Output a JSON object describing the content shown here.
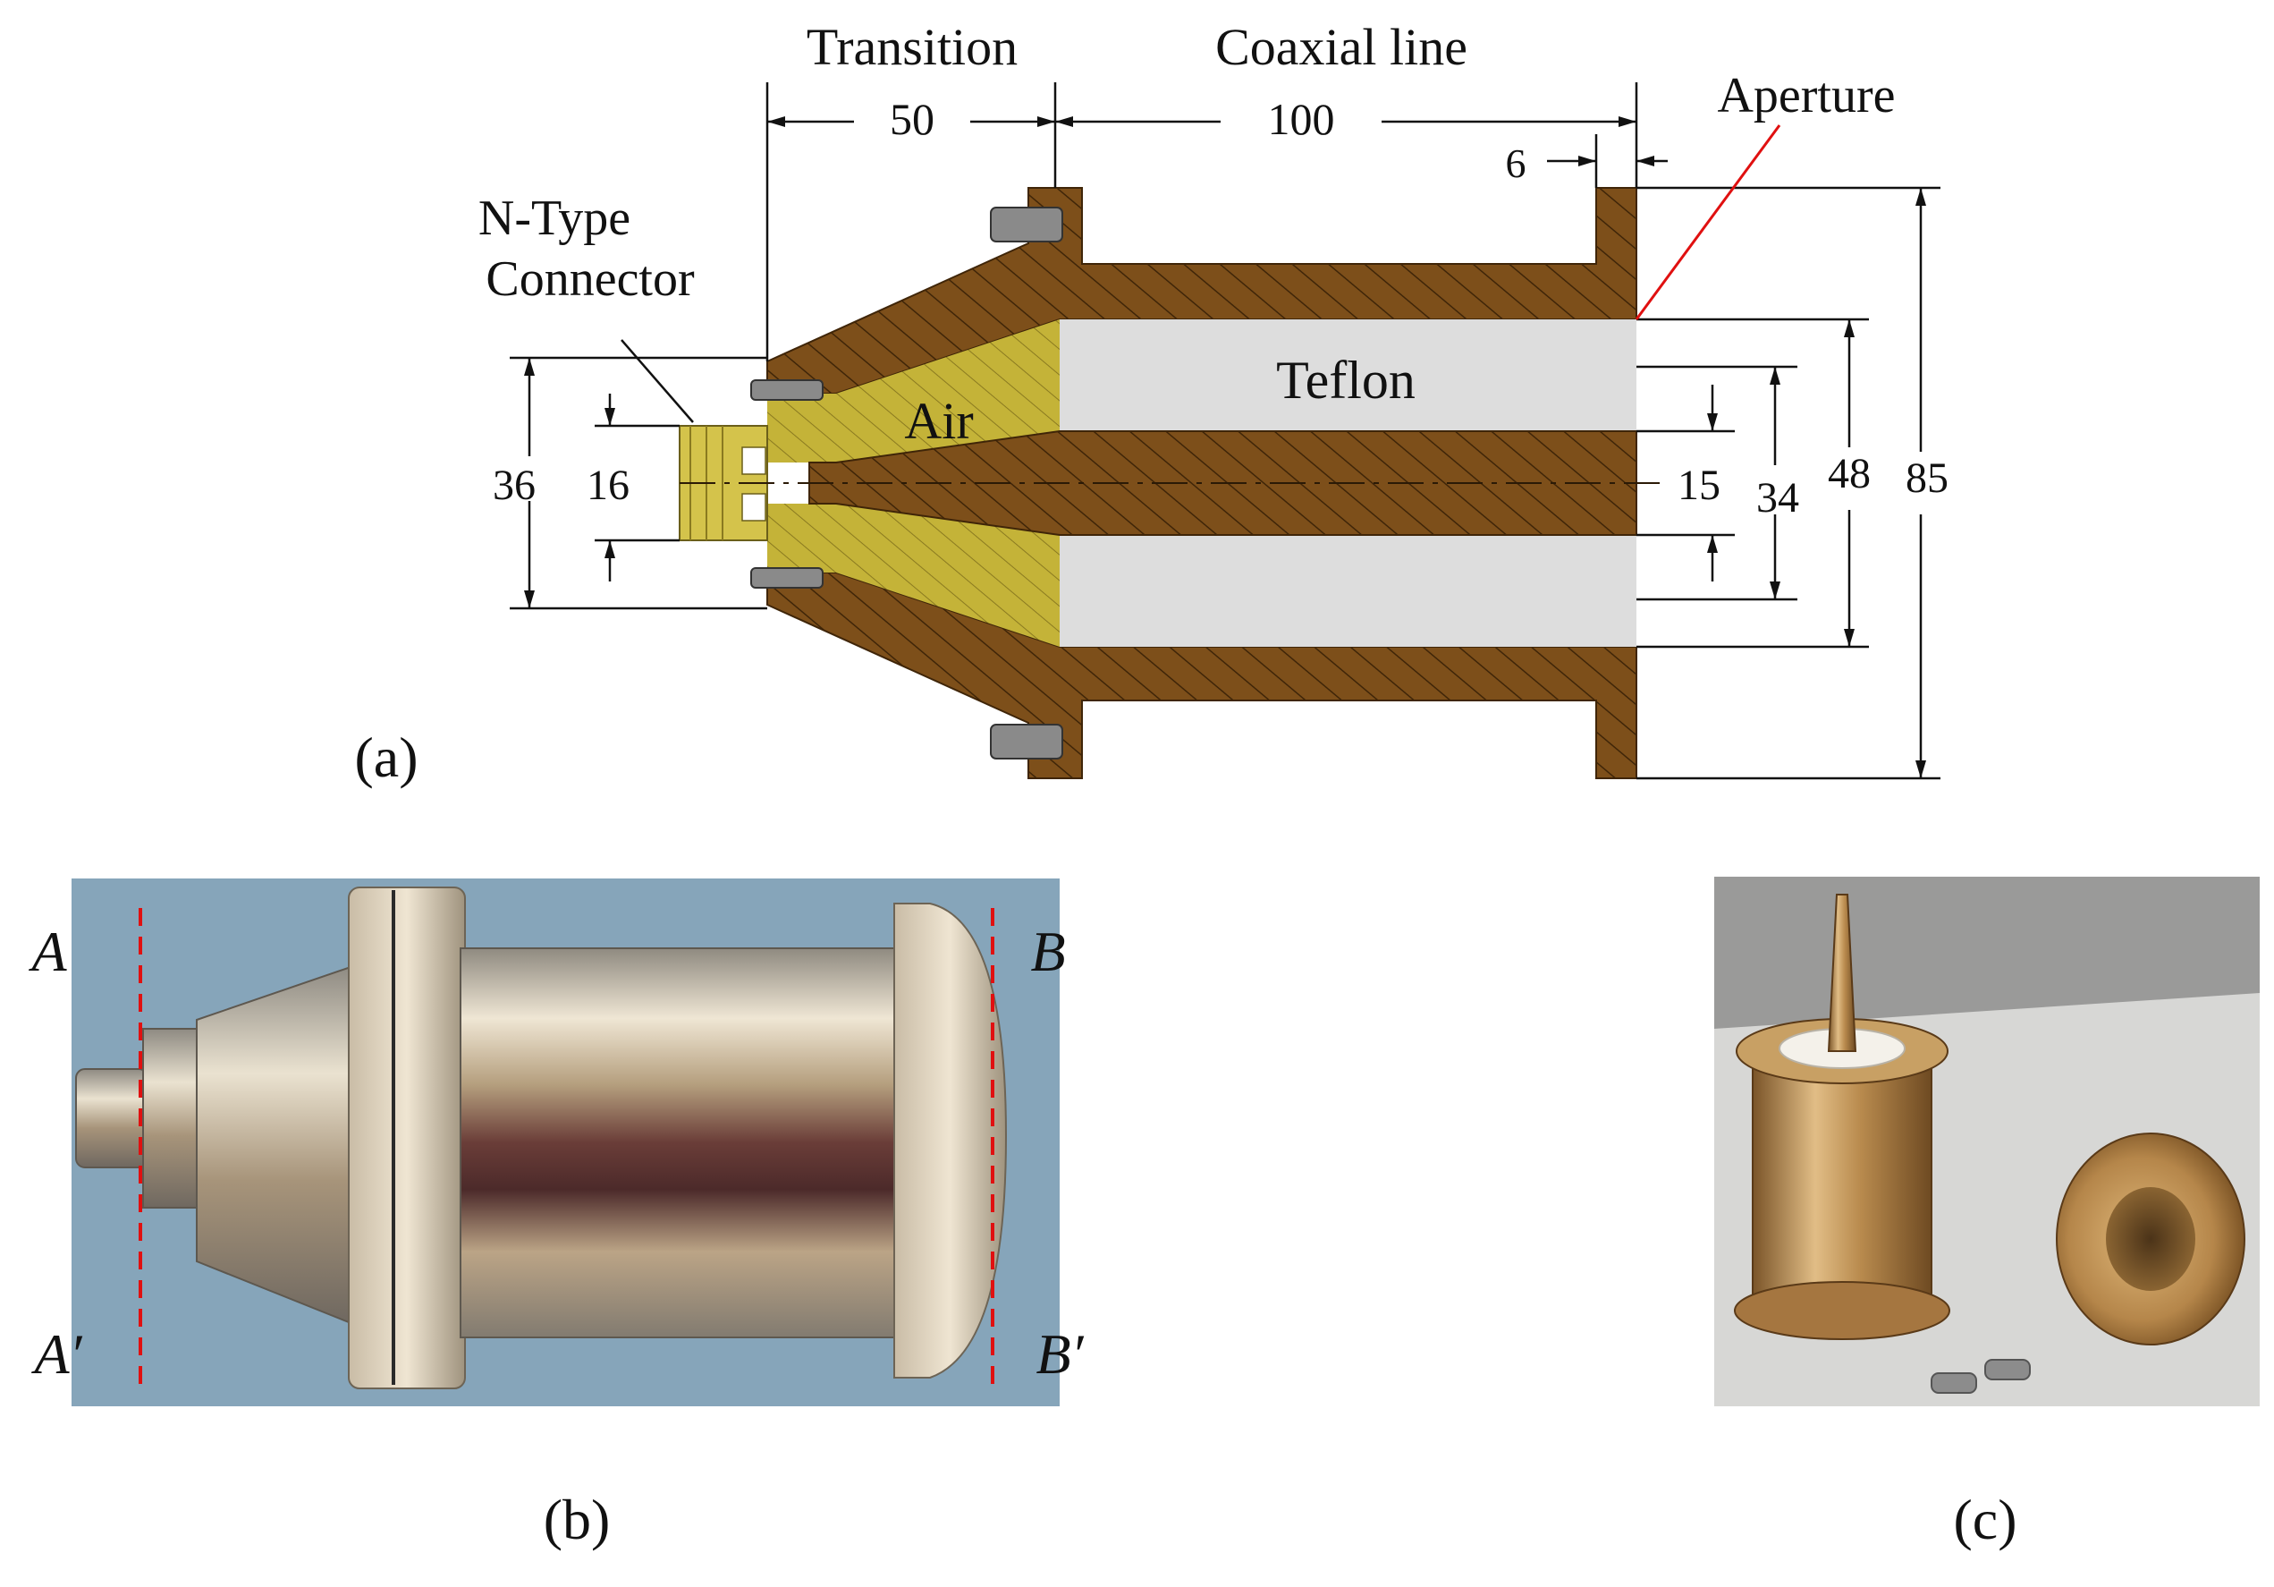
{
  "panel_a": {
    "label": "(a)",
    "section_labels": {
      "transition": "Transition",
      "coaxial": "Coaxial  line"
    },
    "dimensions": {
      "transition_length": "50",
      "coax_length": "100",
      "flange": "6",
      "d36": "36",
      "d16": "16",
      "d15": "15",
      "d34": "34",
      "d48": "48",
      "d85": "85"
    },
    "callouts": {
      "connector_line1": "N-Type",
      "connector_line2": "Connector",
      "aperture": "Aperture",
      "teflon": "Teflon",
      "air": "Air"
    },
    "colors": {
      "brass": "#7d4f1a",
      "hatch": "#3f2508",
      "teflon": "#dddddd",
      "air": "#c4b338",
      "connector": "#d4c34b",
      "aperture_line": "#e01010"
    }
  },
  "panel_b": {
    "label": "(b)",
    "planes": {
      "a_top": "A",
      "a_bottom": "A′",
      "b_top": "B",
      "b_bottom": "B′"
    },
    "colors": {
      "background": "#86a5ba",
      "marker": "#e01010"
    }
  },
  "panel_c": {
    "label": "(c)",
    "colors": {
      "background": "#9a9a99",
      "brass": "#b88a4d",
      "teflon": "#f4f1ea"
    }
  }
}
